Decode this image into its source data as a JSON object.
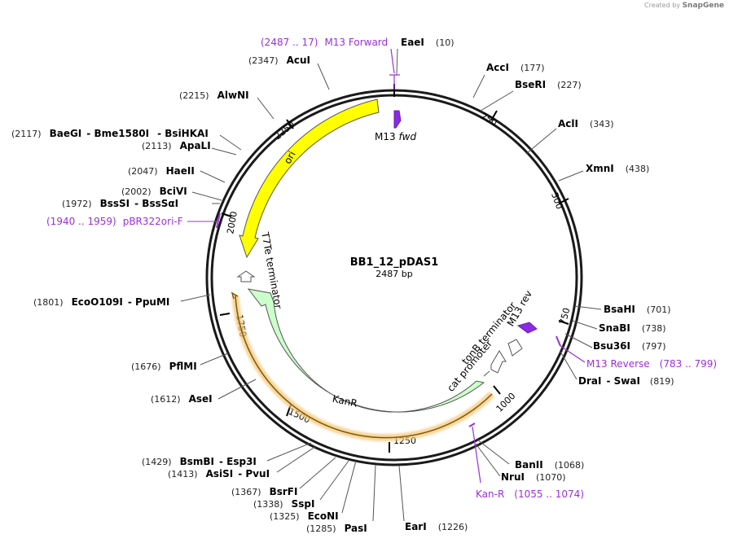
{
  "credit": {
    "prefix": "Created by",
    "brand": "SnapGene"
  },
  "plasmid": {
    "name": "BB1_12_pDAS1",
    "size_label": "2487 bp"
  },
  "colors": {
    "backbone": "#1a1a1a",
    "primer": "#9b30d9",
    "ori": "#ffff00",
    "kanr": "#ccffcc",
    "feature_outline": "#555555",
    "orf_glow": "#f5c77a",
    "orf_line": "#7a5a00",
    "m13": "#8a2be2"
  },
  "ruler": [
    {
      "label": "250"
    },
    {
      "label": "500"
    },
    {
      "label": "750"
    },
    {
      "label": "1000"
    },
    {
      "label": "1250"
    },
    {
      "label": "1500"
    },
    {
      "label": "1750"
    },
    {
      "label": "2000"
    },
    {
      "label": "2250"
    }
  ],
  "features": [
    {
      "name": "M13 fwd"
    },
    {
      "name": "M13 rev"
    },
    {
      "name": "tonB terminator"
    },
    {
      "name": "cat promoter"
    },
    {
      "name": "KanR"
    },
    {
      "name": "T7Te terminator"
    },
    {
      "name": "ori"
    }
  ],
  "primers": [
    {
      "coord": "(2487 .. 17)",
      "name": "M13 Forward"
    },
    {
      "coord": "(1940 .. 1959)",
      "name": "pBR322ori-F"
    },
    {
      "name": "M13 Reverse",
      "coord": "(783 .. 799)"
    },
    {
      "name": "Kan-R",
      "coord": "(1055 .. 1074)"
    }
  ],
  "enzymes": [
    {
      "name": "EaeI",
      "coord": "(10)"
    },
    {
      "name": "AccI",
      "coord": "(177)"
    },
    {
      "name": "BseRI",
      "coord": "(227)"
    },
    {
      "name": "AclI",
      "coord": "(343)"
    },
    {
      "name": "XmnI",
      "coord": "(438)"
    },
    {
      "name": "BsaHI",
      "coord": "(701)"
    },
    {
      "name": "SnaBI",
      "coord": "(738)"
    },
    {
      "name": "Bsu36I",
      "coord": "(797)"
    },
    {
      "name": "DraI",
      "extra": "SwaI",
      "coord": "(819)"
    },
    {
      "name": "BanII",
      "coord": "(1068)"
    },
    {
      "name": "NruI",
      "coord": "(1070)"
    },
    {
      "name": "EarI",
      "coord": "(1226)"
    },
    {
      "name": "PasI",
      "coord": "(1285)"
    },
    {
      "name": "EcoNI",
      "coord": "(1325)"
    },
    {
      "name": "SspI",
      "coord": "(1338)"
    },
    {
      "name": "BsrFI",
      "coord": "(1367)"
    },
    {
      "name": "AsiSI",
      "extra": "PvuI",
      "coord": "(1413)"
    },
    {
      "name": "BsmBI",
      "extra": "Esp3I",
      "coord": "(1429)"
    },
    {
      "name": "AseI",
      "coord": "(1612)"
    },
    {
      "name": "PflMI",
      "coord": "(1676)"
    },
    {
      "name": "EcoO109I",
      "extra": "PpuMI",
      "coord": "(1801)"
    },
    {
      "name": "BssSI",
      "extra": "BssSαI",
      "coord": "(1972)"
    },
    {
      "name": "BciVI",
      "coord": "(2002)"
    },
    {
      "name": "HaeII",
      "coord": "(2047)"
    },
    {
      "name": "ApaLI",
      "coord": "(2113)"
    },
    {
      "name": "BaeGI",
      "extra": "Bme1580I",
      "extra2": "BsiHKAI",
      "coord": "(2117)"
    },
    {
      "name": "AlwNI",
      "coord": "(2215)"
    },
    {
      "name": "AcuI",
      "coord": "(2347)"
    }
  ]
}
